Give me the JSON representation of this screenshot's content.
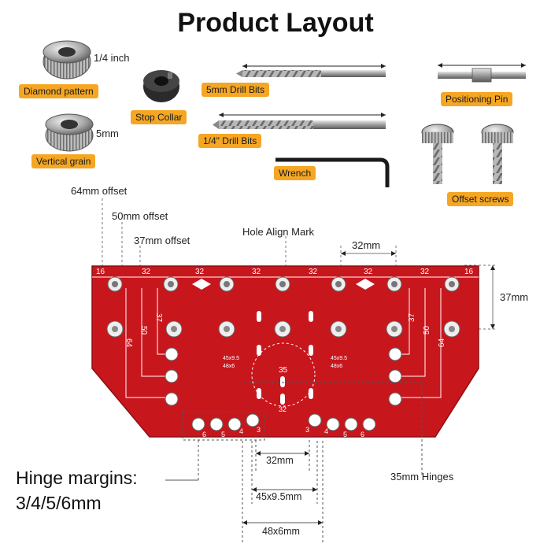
{
  "title": "Product Layout",
  "accessories": {
    "knurl_size_1": "1/4 inch",
    "knurl_label_1": "Diamond pattern",
    "knurl_size_2": "5mm",
    "knurl_label_2": "Vertical grain",
    "stop_collar": "Stop Collar",
    "drill_5mm": "5mm Drill Bits",
    "drill_quarter": "1/4\" Drill Bits",
    "wrench": "Wrench",
    "positioning_pin": "Positioning Pin",
    "offset_screws": "Offset screws"
  },
  "jig": {
    "offset_64": "64mm offset",
    "offset_50": "50mm offset",
    "offset_37": "37mm offset",
    "hole_align_mark": "Hole Align Mark",
    "spacing_top": "32mm",
    "spacing_right": "37mm",
    "top_marks": [
      "16",
      "32",
      "32",
      "32",
      "32",
      "32",
      "32",
      "16"
    ],
    "side_marks_left": [
      "37",
      "50",
      "64"
    ],
    "side_marks_right": [
      "37",
      "50",
      "64"
    ],
    "hinge_numbers_left": [
      "6",
      "5",
      "4",
      "3"
    ],
    "hinge_numbers_right": [
      "3",
      "4",
      "5",
      "6"
    ],
    "center_35": "35",
    "center_32": "32",
    "small_marks": [
      "45x9.5",
      "48x6"
    ],
    "dim_32": "32mm",
    "dim_45": "45x9.5mm",
    "dim_48": "48x6mm",
    "hinges_35": "35mm Hinges",
    "hinge_margins_title": "Hinge margins:",
    "hinge_margins_values": "3/4/5/6mm"
  },
  "colors": {
    "tag": "#f5a623",
    "jig_red": "#c8161d",
    "metal": "#9a9a9a"
  }
}
